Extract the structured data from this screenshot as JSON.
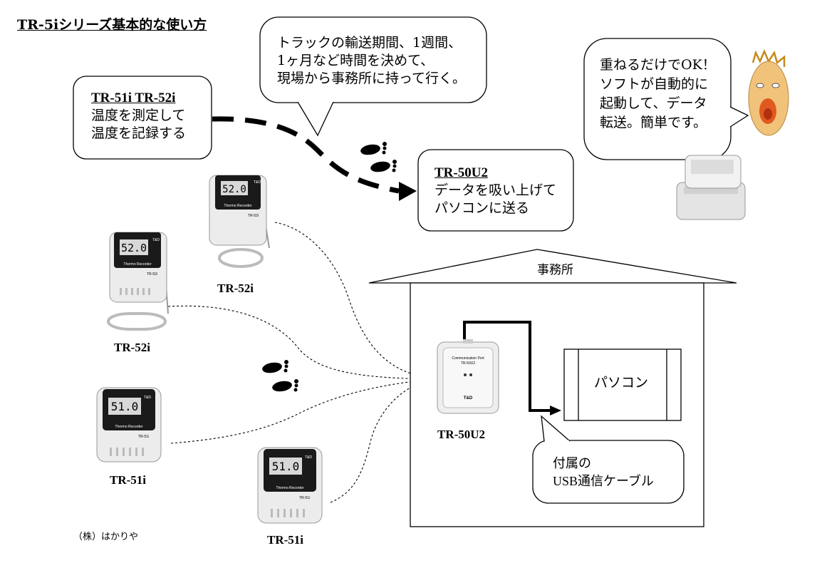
{
  "title": "TR-5iシリーズ基本的な使い方",
  "bubble_transport": {
    "line1": "トラックの輸送期間、1週間、",
    "line2": "1ヶ月など時間を決めて、",
    "line3": "現場から事務所に持って行く。"
  },
  "bubble_measure": {
    "model": "TR-51i  TR-52i",
    "line1": "温度を測定して",
    "line2": "温度を記録する"
  },
  "bubble_collect": {
    "model": "TR-50U2",
    "line1": "データを吸い上げて",
    "line2": "パソコンに送る"
  },
  "bubble_ok": {
    "line1": "重ねるだけでOK！",
    "line2": "ソフトが自動的に",
    "line3": "起動して、データ",
    "line4": "転送。簡単です。"
  },
  "office": {
    "label": "事務所",
    "pc_label": "パソコン"
  },
  "cable_bubble": {
    "line1": "付属の",
    "line2": "USB通信ケーブル"
  },
  "devices": {
    "tr52i_a": {
      "label": "TR-52i",
      "display": "52.0",
      "model": "TR-52i"
    },
    "tr52i_b": {
      "label": "TR-52i",
      "display": "52.0",
      "model": "TR-52i"
    },
    "tr51i_a": {
      "label": "TR-51i",
      "display": "51.0",
      "model": "TR-51i"
    },
    "tr51i_b": {
      "label": "TR-51i",
      "display": "51.0",
      "model": "TR-51i"
    },
    "tr50u2": {
      "label": "TR-50U2"
    }
  },
  "device_text": {
    "brand": "T&D",
    "caption": "Thermo Recorder",
    "port_title": "Communication Port",
    "port_model": "TR-50U2"
  },
  "credit": "（株）はかりや",
  "icons": [
    "footprints-icon",
    "arrow-head-icon",
    "surprised-face-icon"
  ]
}
